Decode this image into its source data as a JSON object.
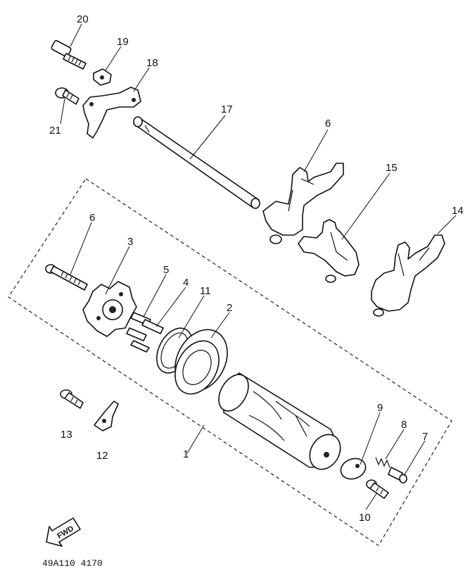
{
  "diagram": {
    "callouts": [
      {
        "id": "c20",
        "text": "20"
      },
      {
        "id": "c19",
        "text": "19"
      },
      {
        "id": "c18",
        "text": "18"
      },
      {
        "id": "c21",
        "text": "21"
      },
      {
        "id": "c17",
        "text": "17"
      },
      {
        "id": "c6a",
        "text": "6"
      },
      {
        "id": "c15",
        "text": "15"
      },
      {
        "id": "c14",
        "text": "14"
      },
      {
        "id": "c6b",
        "text": "6"
      },
      {
        "id": "c3",
        "text": "3"
      },
      {
        "id": "c5",
        "text": "5"
      },
      {
        "id": "c4",
        "text": "4"
      },
      {
        "id": "c11",
        "text": "11"
      },
      {
        "id": "c2",
        "text": "2"
      },
      {
        "id": "c9",
        "text": "9"
      },
      {
        "id": "c8",
        "text": "8"
      },
      {
        "id": "c7",
        "text": "7"
      },
      {
        "id": "c10",
        "text": "10"
      },
      {
        "id": "c1",
        "text": "1"
      },
      {
        "id": "c13",
        "text": "13"
      },
      {
        "id": "c12",
        "text": "12"
      }
    ],
    "direction_label": "FWD",
    "diagram_code": "49A110 4170"
  }
}
